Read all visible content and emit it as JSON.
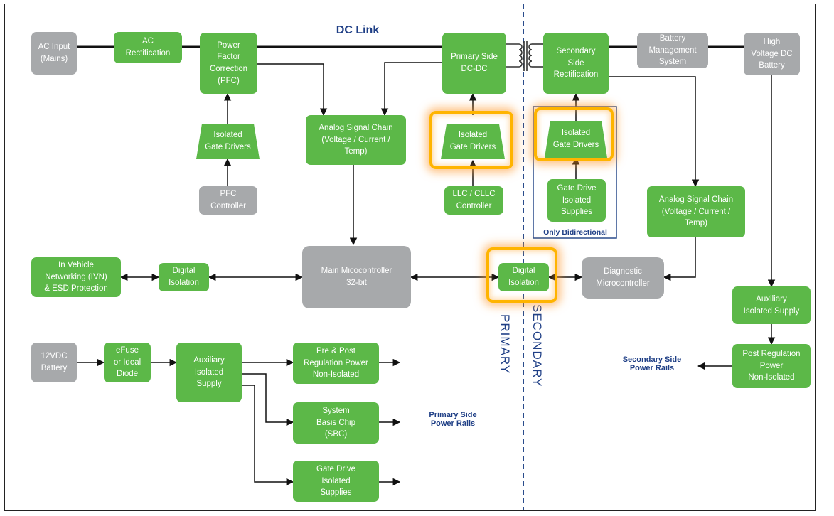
{
  "dc_link_label": "DC Link",
  "primary_label": "PRIMARY",
  "secondary_label": "SECONDARY",
  "only_bidirectional_label": "Only Bidirectional",
  "primary_rails_label": "Primary Side\nPower Rails",
  "secondary_rails_label": "Secondary Side\nPower Rails",
  "blocks": {
    "ac_input": "AC Input\n(Mains)",
    "ac_rect": "AC\nRectification",
    "pfc": "Power\nFactor\nCorrection\n(PFC)",
    "pfc_drivers": "Isolated\nGate Drivers",
    "pfc_controller": "PFC\nController",
    "analog_primary": "Analog Signal Chain\n(Voltage / Current /\nTemp)",
    "primary_dcdc": "Primary Side\nDC-DC",
    "primary_drivers": "Isolated\nGate Drivers",
    "llc_controller": "LLC / CLLC\nController",
    "secondary_rect": "Secondary\nSide\nRectification",
    "secondary_drivers": "Isolated\nGate Drivers",
    "gate_drive_supplies_sec": "Gate Drive\nIsolated\nSupplies",
    "bms": "Battery\nManagement\nSystem",
    "hv_battery": "High\nVoltage DC\nBattery",
    "analog_secondary": "Analog Signal Chain\n(Voltage / Current /\nTemp)",
    "ivn": "In Vehicle\nNetworking (IVN)\n& ESD Protection",
    "digital_iso_left": "Digital\nIsolation",
    "main_mcu": "Main Micocontroller\n32-bit",
    "digital_iso_mid": "Digital\nIsolation",
    "diag_mcu": "Diagnostic\nMicrocontroller",
    "aux_supply_sec": "Auxiliary\nIsolated Supply",
    "post_reg": "Post Regulation\nPower\nNon-Isolated",
    "battery_12v": "12VDC\nBattery",
    "efuse": "eFuse\nor Ideal\nDiode",
    "aux_supply_pri": "Auxiliary\nIsolated\nSupply",
    "pre_post_reg": "Pre & Post\nRegulation Power\nNon-Isolated",
    "sbc": "System\nBasis Chip\n(SBC)",
    "gate_drive_supplies_pri": "Gate Drive\nIsolated\nSupplies"
  },
  "colors": {
    "block_green": "#5cb848",
    "block_gray": "#a7a9ab",
    "label_blue": "#1f3f86",
    "highlight_orange": "#ffb400"
  }
}
